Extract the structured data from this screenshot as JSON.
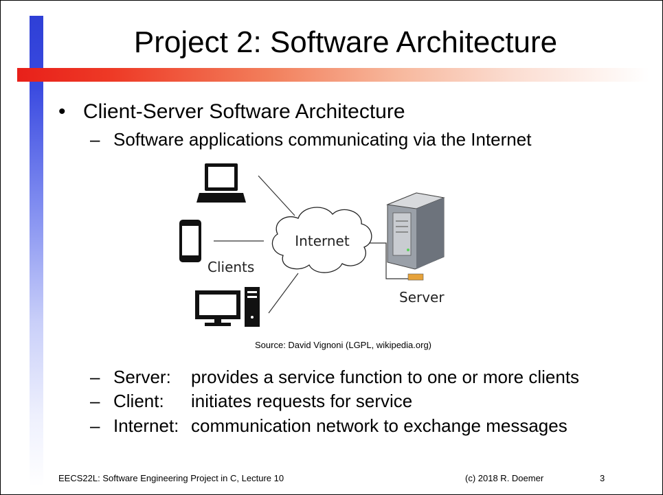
{
  "slide": {
    "title": "Project 2: Software Architecture",
    "bullet": {
      "marker": "•",
      "text": "Client-Server Software Architecture"
    },
    "sub_bullets": {
      "dash": "–",
      "intro": "Software applications communicating via the Internet",
      "items": [
        {
          "term": "Server:",
          "desc": "provides a service function to one or more clients"
        },
        {
          "term": "Client:",
          "desc": "initiates requests for service"
        },
        {
          "term": "Internet:",
          "desc": "communication network to exchange messages"
        }
      ]
    },
    "diagram": {
      "internet_label": "Internet",
      "clients_label": "Clients",
      "server_label": "Server",
      "icons": [
        "laptop-icon",
        "smartphone-icon",
        "desktop-icon",
        "cloud-icon",
        "server-icon"
      ]
    },
    "source": "Source: David Vignoni (LGPL, wikipedia.org)",
    "footer": {
      "course": "EECS22L: Software Engineering Project in C, Lecture 10",
      "copyright": "(c) 2018 R. Doemer",
      "page": "3"
    },
    "colors": {
      "accent_blue": "#2e3fd6",
      "accent_red": "#e8201a"
    }
  }
}
